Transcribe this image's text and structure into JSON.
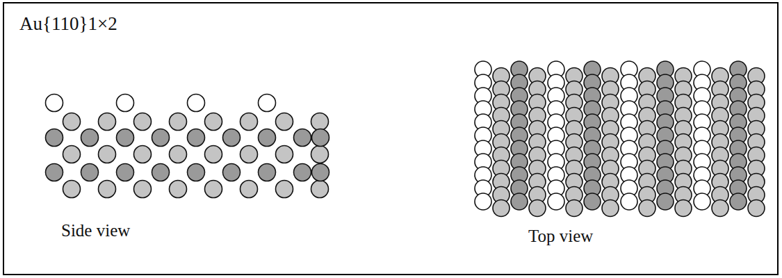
{
  "diagram": {
    "title": "Au{110}1×2",
    "labels": [
      "Side view",
      "Top view"
    ]
  }
}
